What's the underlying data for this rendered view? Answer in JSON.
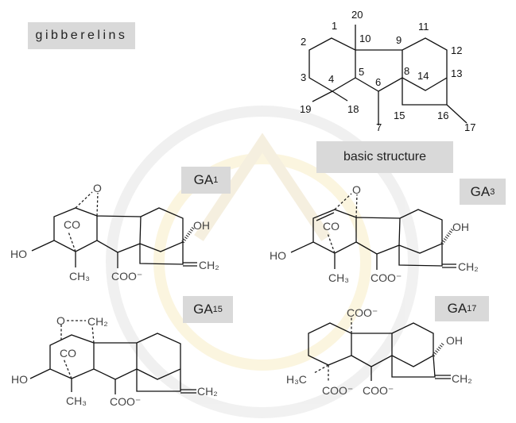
{
  "title": "gibberelins",
  "basic_structure": {
    "label": "basic structure",
    "numbers": [
      "1",
      "2",
      "3",
      "4",
      "5",
      "6",
      "7",
      "8",
      "9",
      "10",
      "11",
      "12",
      "13",
      "14",
      "15",
      "16",
      "17",
      "18",
      "19",
      "20"
    ]
  },
  "compounds": [
    {
      "name": "GA",
      "sub": "1",
      "groups": {
        "o": "O",
        "co": "CO",
        "ho": "HO",
        "oh": "OH",
        "ch2": "CH₂",
        "ch3": "CH₃",
        "coo": "COO⁻"
      }
    },
    {
      "name": "GA",
      "sub": "3",
      "groups": {
        "o": "O",
        "co": "CO",
        "ho": "HO",
        "oh": "OH",
        "ch2": "CH₂",
        "ch3": "CH₃",
        "coo": "COO⁻"
      }
    },
    {
      "name": "GA",
      "sub": "15",
      "groups": {
        "o": "O",
        "bridge_ch2": "CH₂",
        "co": "CO",
        "ho": "HO",
        "ch2": "CH₂",
        "ch3": "CH₃",
        "coo": "COO⁻"
      }
    },
    {
      "name": "GA",
      "sub": "17",
      "groups": {
        "coo_top": "COO⁻",
        "oh": "OH",
        "h3c": "H₃C",
        "coo_left": "COO⁻",
        "coo_mid": "COO⁻",
        "ch2": "CH₂"
      }
    }
  ]
}
